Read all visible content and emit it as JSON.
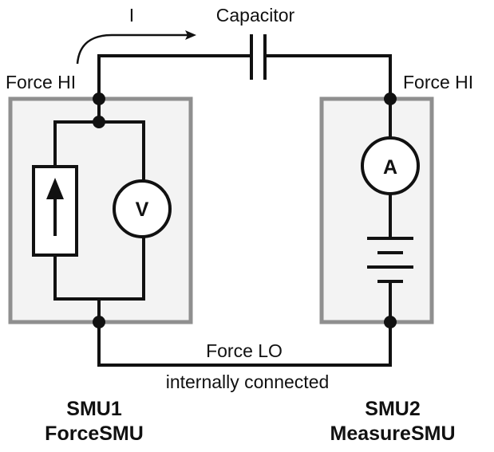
{
  "diagram": {
    "current_label": "I",
    "capacitor_label": "Capacitor",
    "smu1": {
      "terminal_hi": "Force HI",
      "meter_symbol": "V",
      "source_type": "current-source",
      "name": "SMU1",
      "role": "ForceSMU"
    },
    "smu2": {
      "terminal_hi": "Force HI",
      "meter_symbol": "A",
      "source_type": "battery",
      "name": "SMU2",
      "role": "MeasureSMU"
    },
    "force_lo_label": "Force LO",
    "lo_note": "internally connected"
  }
}
